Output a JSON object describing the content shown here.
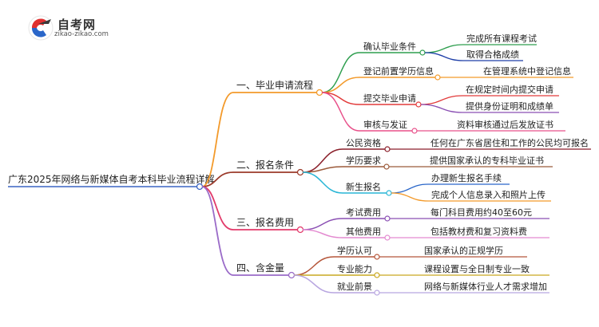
{
  "logo": {
    "title": "自考网",
    "url": "zikao-zikao.com"
  },
  "root": {
    "label": "广东2025年网络与新媒体自考本科毕业流程详解"
  },
  "branches": [
    {
      "label": "一、毕业申请流程",
      "color": "#f39a2b",
      "children": [
        {
          "label": "确认毕业条件",
          "color": "#2e9e4e",
          "leaves": [
            {
              "label": "完成所有课程考试",
              "color": "#2e9e4e"
            },
            {
              "label": "取得合格成绩",
              "color": "#1e3fa8"
            }
          ]
        },
        {
          "label": "登记前置学历信息",
          "color": "#f39a2b",
          "leaves": [
            {
              "label": "在管理系统中登记信息",
              "color": "#f39a2b"
            }
          ]
        },
        {
          "label": "提交毕业申请",
          "color": "#e23a3a",
          "leaves": [
            {
              "label": "在规定时间内提交申请",
              "color": "#e23a3a"
            },
            {
              "label": "提供身份证明和成绩单",
              "color": "#8a4fb3"
            }
          ]
        },
        {
          "label": "审核与发证",
          "color": "#e8508a",
          "leaves": [
            {
              "label": "资料审核通过后发放证书",
              "color": "#e8508a"
            }
          ]
        }
      ]
    },
    {
      "label": "二、报名条件",
      "color": "#9b3a2a",
      "children": [
        {
          "label": "公民资格",
          "color": "#8a1f2a",
          "leaves": [
            {
              "label": "任何在广东省居住和工作的公民均可报名",
              "color": "#8a1f2a"
            }
          ]
        },
        {
          "label": "学历要求",
          "color": "#9b5a3a",
          "leaves": [
            {
              "label": "提供国家承认的专科毕业证书",
              "color": "#9b5a3a"
            }
          ]
        },
        {
          "label": "新生报名",
          "color": "#29b6d6",
          "leaves": [
            {
              "label": "办理新生报名手续",
              "color": "#2a66c9"
            },
            {
              "label": "完成个人信息录入和照片上传",
              "color": "#f39a2b"
            }
          ]
        }
      ]
    },
    {
      "label": "三、报名费用",
      "color": "#e23a6a",
      "children": [
        {
          "label": "考试费用",
          "color": "#8a4fb3",
          "leaves": [
            {
              "label": "每门科目费用约40至60元",
              "color": "#8a4fb3"
            }
          ]
        },
        {
          "label": "其他费用",
          "color": "#e38ad0",
          "leaves": [
            {
              "label": "包括教材费和复习资料费",
              "color": "#e38ad0"
            }
          ]
        }
      ]
    },
    {
      "label": "四、含金量",
      "color": "#9a6bc8",
      "children": [
        {
          "label": "学历认可",
          "color": "#b5563a",
          "leaves": [
            {
              "label": "国家承认的正规学历",
              "color": "#b5563a"
            }
          ]
        },
        {
          "label": "专业能力",
          "color": "#c9a820",
          "leaves": [
            {
              "label": "课程设置与全日制专业一致",
              "color": "#c9a820"
            }
          ]
        },
        {
          "label": "就业前景",
          "color": "#b8a6e0",
          "leaves": [
            {
              "label": "网络与新媒体行业人才需求增加",
              "color": "#b8a6e0"
            }
          ]
        }
      ]
    }
  ]
}
